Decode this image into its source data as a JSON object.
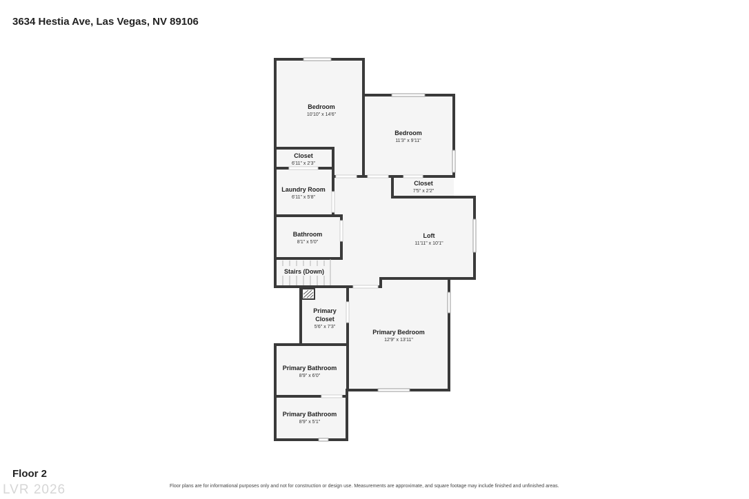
{
  "header": {
    "address": "3634 Hestia Ave, Las Vegas, NV 89106"
  },
  "footer": {
    "floor_label": "Floor 2",
    "disclaimer": "Floor plans are for informational purposes only and not for construction or design use. Measurements are approximate, and square footage may include finished and unfinished areas.",
    "watermark": "LVR 2026"
  },
  "rooms": {
    "bedroom1": {
      "name": "Bedroom",
      "dims": "10'10\" x 14'6\""
    },
    "bedroom2": {
      "name": "Bedroom",
      "dims": "11'3\" x 9'11\""
    },
    "closet1": {
      "name": "Closet",
      "dims": "6'11\" x 2'3\""
    },
    "closet2": {
      "name": "Closet",
      "dims": "7'5\" x 2'2\""
    },
    "laundry": {
      "name": "Laundry Room",
      "dims": "6'11\" x 5'8\""
    },
    "bathroom": {
      "name": "Bathroom",
      "dims": "8'1\" x 5'0\""
    },
    "loft": {
      "name": "Loft",
      "dims": "11'11\" x 10'1\""
    },
    "stairs": {
      "name": "Stairs (Down)"
    },
    "primary_closet": {
      "name_line1": "Primary",
      "name_line2": "Closet",
      "dims": "5'6\" x 7'3\""
    },
    "primary_bedroom": {
      "name": "Primary Bedroom",
      "dims": "12'9\" x 13'11\""
    },
    "primary_bath1": {
      "name": "Primary Bathroom",
      "dims": "8'9\" x 6'0\""
    },
    "primary_bath2": {
      "name": "Primary Bathroom",
      "dims": "8'9\" x 5'1\""
    }
  },
  "colors": {
    "wall": "#3a3a3a",
    "floor": "#f5f5f5",
    "window": "#ffffff"
  }
}
